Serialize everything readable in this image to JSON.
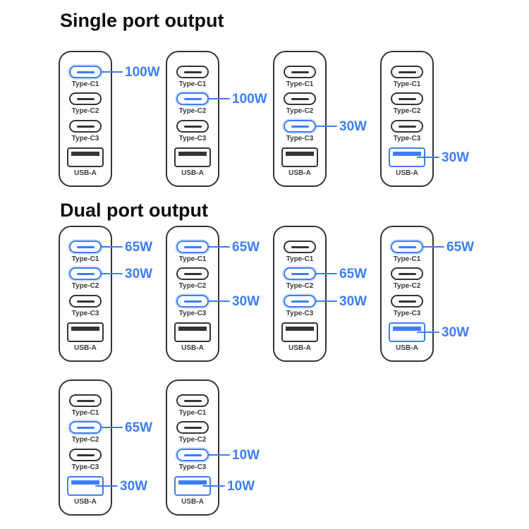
{
  "colors": {
    "accent": "#3d7ef4",
    "port_outline": "#343434",
    "title_color": "#0d0d0d"
  },
  "sections": [
    {
      "id": "single-port",
      "title": "Single port output",
      "rows": [
        [
          {
            "ports": [
              {
                "kind": "type-c",
                "label": "Type-C1",
                "active": true,
                "watt": "100W"
              },
              {
                "kind": "type-c",
                "label": "Type-C2",
                "active": false,
                "watt": null
              },
              {
                "kind": "type-c",
                "label": "Type-C3",
                "active": false,
                "watt": null
              },
              {
                "kind": "usb-a",
                "label": "USB-A",
                "active": false,
                "watt": null
              }
            ]
          },
          {
            "ports": [
              {
                "kind": "type-c",
                "label": "Type-C1",
                "active": false,
                "watt": null
              },
              {
                "kind": "type-c",
                "label": "Type-C2",
                "active": true,
                "watt": "100W"
              },
              {
                "kind": "type-c",
                "label": "Type-C3",
                "active": false,
                "watt": null
              },
              {
                "kind": "usb-a",
                "label": "USB-A",
                "active": false,
                "watt": null
              }
            ]
          },
          {
            "ports": [
              {
                "kind": "type-c",
                "label": "Type-C1",
                "active": false,
                "watt": null
              },
              {
                "kind": "type-c",
                "label": "Type-C2",
                "active": false,
                "watt": null
              },
              {
                "kind": "type-c",
                "label": "Type-C3",
                "active": true,
                "watt": "30W"
              },
              {
                "kind": "usb-a",
                "label": "USB-A",
                "active": false,
                "watt": null
              }
            ]
          },
          {
            "ports": [
              {
                "kind": "type-c",
                "label": "Type-C1",
                "active": false,
                "watt": null
              },
              {
                "kind": "type-c",
                "label": "Type-C2",
                "active": false,
                "watt": null
              },
              {
                "kind": "type-c",
                "label": "Type-C3",
                "active": false,
                "watt": null
              },
              {
                "kind": "usb-a",
                "label": "USB-A",
                "active": true,
                "watt": "30W"
              }
            ]
          }
        ]
      ]
    },
    {
      "id": "dual-port",
      "title": "Dual port output",
      "rows": [
        [
          {
            "ports": [
              {
                "kind": "type-c",
                "label": "Type-C1",
                "active": true,
                "watt": "65W"
              },
              {
                "kind": "type-c",
                "label": "Type-C2",
                "active": true,
                "watt": "30W"
              },
              {
                "kind": "type-c",
                "label": "Type-C3",
                "active": false,
                "watt": null
              },
              {
                "kind": "usb-a",
                "label": "USB-A",
                "active": false,
                "watt": null
              }
            ]
          },
          {
            "ports": [
              {
                "kind": "type-c",
                "label": "Type-C1",
                "active": true,
                "watt": "65W"
              },
              {
                "kind": "type-c",
                "label": "Type-C2",
                "active": false,
                "watt": null
              },
              {
                "kind": "type-c",
                "label": "Type-C3",
                "active": true,
                "watt": "30W"
              },
              {
                "kind": "usb-a",
                "label": "USB-A",
                "active": false,
                "watt": null
              }
            ]
          },
          {
            "ports": [
              {
                "kind": "type-c",
                "label": "Type-C1",
                "active": false,
                "watt": null
              },
              {
                "kind": "type-c",
                "label": "Type-C2",
                "active": true,
                "watt": "65W"
              },
              {
                "kind": "type-c",
                "label": "Type-C3",
                "active": true,
                "watt": "30W"
              },
              {
                "kind": "usb-a",
                "label": "USB-A",
                "active": false,
                "watt": null
              }
            ]
          },
          {
            "ports": [
              {
                "kind": "type-c",
                "label": "Type-C1",
                "active": true,
                "watt": "65W"
              },
              {
                "kind": "type-c",
                "label": "Type-C2",
                "active": false,
                "watt": null
              },
              {
                "kind": "type-c",
                "label": "Type-C3",
                "active": false,
                "watt": null
              },
              {
                "kind": "usb-a",
                "label": "USB-A",
                "active": true,
                "watt": "30W"
              }
            ]
          }
        ],
        [
          {
            "ports": [
              {
                "kind": "type-c",
                "label": "Type-C1",
                "active": false,
                "watt": null
              },
              {
                "kind": "type-c",
                "label": "Type-C2",
                "active": true,
                "watt": "65W"
              },
              {
                "kind": "type-c",
                "label": "Type-C3",
                "active": false,
                "watt": null
              },
              {
                "kind": "usb-a",
                "label": "USB-A",
                "active": true,
                "watt": "30W"
              }
            ]
          },
          {
            "ports": [
              {
                "kind": "type-c",
                "label": "Type-C1",
                "active": false,
                "watt": null
              },
              {
                "kind": "type-c",
                "label": "Type-C2",
                "active": false,
                "watt": null
              },
              {
                "kind": "type-c",
                "label": "Type-C3",
                "active": true,
                "watt": "10W"
              },
              {
                "kind": "usb-a",
                "label": "USB-A",
                "active": true,
                "watt": "10W"
              }
            ]
          }
        ]
      ]
    }
  ]
}
